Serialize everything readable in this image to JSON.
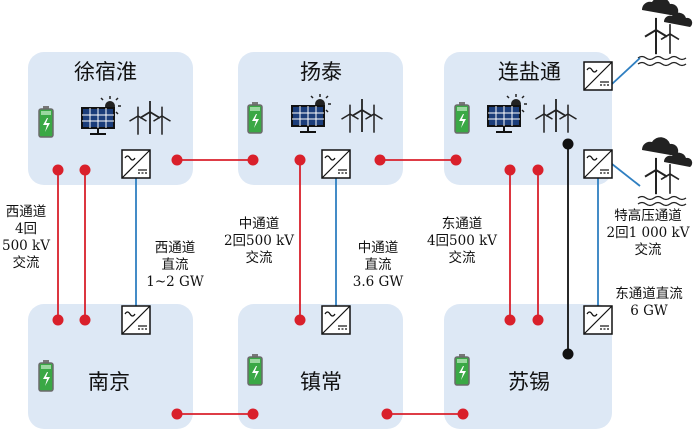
{
  "regions": {
    "xusuhuai": "徐宿淮",
    "yangtai": "扬泰",
    "lianyantong": "连盐通",
    "nanjing": "南京",
    "zhenchang": "镇常",
    "suxi": "苏锡"
  },
  "links": {
    "west_ac": [
      "西通道",
      "4回",
      "500 kV",
      "交流"
    ],
    "west_dc": [
      "西通道",
      "直流",
      "1~2 GW"
    ],
    "mid_ac": [
      "中通道",
      "2回500 kV",
      "交流"
    ],
    "mid_dc": [
      "中通道",
      "直流",
      "3.6 GW"
    ],
    "east_ac": [
      "东通道",
      "4回500 kV",
      "交流"
    ],
    "uhv_ac": [
      "特高压通道",
      "2回1 000 kV",
      "交流"
    ],
    "east_dc": [
      "东通道直流",
      "6 GW"
    ]
  },
  "colors": {
    "region_fill": "#dde8f5",
    "ac_line": "#d9202b",
    "dc_line": "#2f7fc1",
    "uhv_line": "#111111",
    "battery": "#3aa845"
  },
  "icons": [
    "battery-icon",
    "solar-panel-icon",
    "wind-turbine-icon",
    "converter-icon",
    "offshore-wind-icon"
  ]
}
